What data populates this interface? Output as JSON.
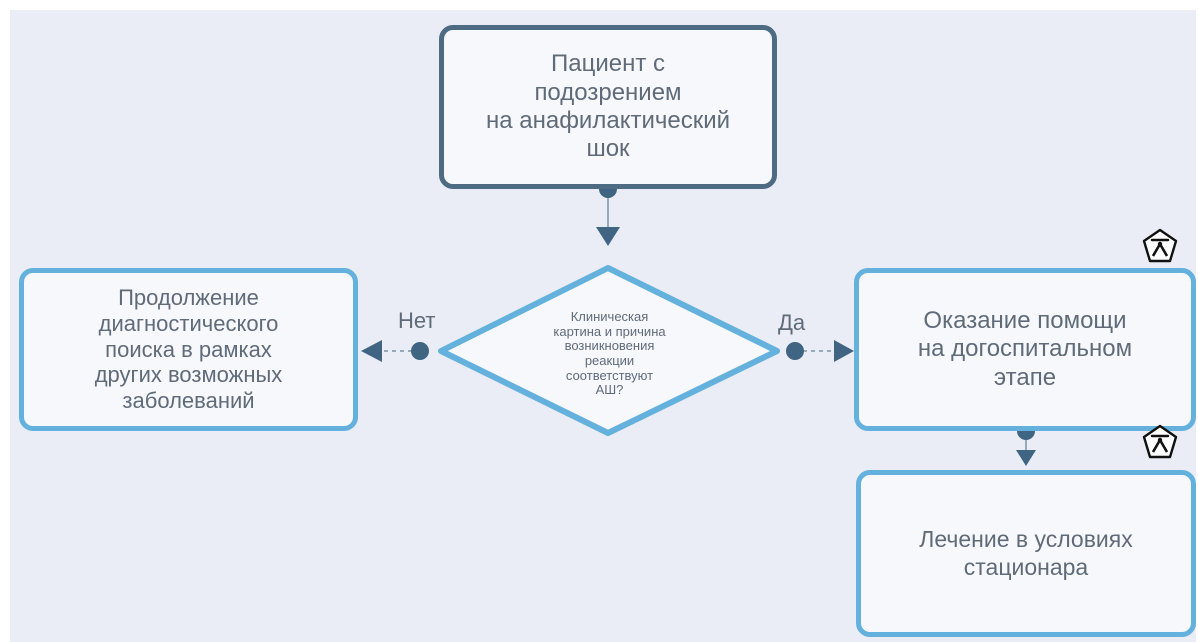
{
  "flowchart": {
    "start": {
      "lines": [
        "Пациент с",
        "подозрением",
        "на анафилактический",
        "шок"
      ]
    },
    "decision": {
      "lines": [
        "Клиническая",
        "картина и причина",
        "возникновения",
        "реакции",
        "соответствуют",
        "АШ?"
      ]
    },
    "no_branch": {
      "label": "Нет",
      "box": {
        "lines": [
          "Продолжение",
          "диагностического",
          "поиска в рамках",
          "других возможных",
          "заболеваний"
        ]
      }
    },
    "yes_branch": {
      "label": "Да",
      "box": {
        "lines": [
          "Оказание помощи",
          "на догоспитальном",
          "этапе"
        ]
      }
    },
    "hospital": {
      "lines": [
        "Лечение в условиях",
        "стационара"
      ]
    }
  },
  "badges": {
    "icon": "emergency-pentagon-icon"
  },
  "colors": {
    "background": "#eaedf6",
    "node_fill": "#f7f8fc",
    "dark_border": "#4e6b84",
    "light_border": "#63b1dc",
    "connector": "#3f6583",
    "text": "#5f6b79"
  }
}
